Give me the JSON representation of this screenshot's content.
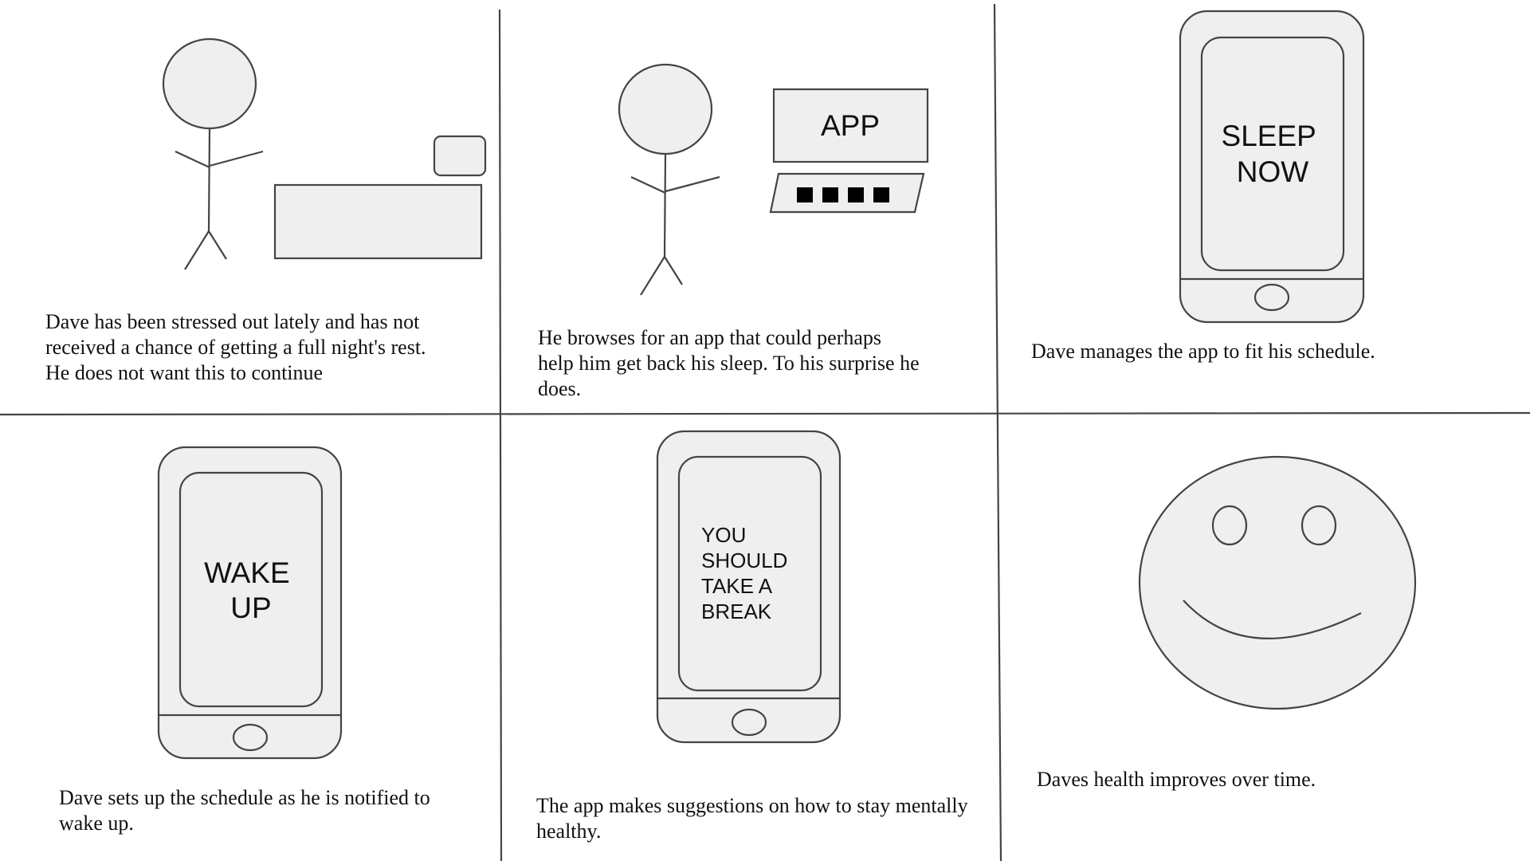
{
  "panels": [
    {
      "id": "panel-1",
      "caption": [
        "Dave has been stressed out lately and has not",
        "received a chance of getting a full night's rest.",
        "He does not want this to continue"
      ]
    },
    {
      "id": "panel-2",
      "device_label": "APP",
      "caption": [
        "He browses for an app that could perhaps",
        "help him get back his sleep. To his surprise he",
        "does."
      ]
    },
    {
      "id": "panel-3",
      "screen_text": [
        "SLEEP",
        "NOW"
      ],
      "caption": [
        "Dave manages the app to fit his schedule."
      ]
    },
    {
      "id": "panel-4",
      "screen_text": [
        "WAKE",
        "UP"
      ],
      "caption": [
        "Dave sets up the schedule as he is notified to",
        "wake up."
      ]
    },
    {
      "id": "panel-5",
      "screen_text": [
        "YOU",
        "SHOULD",
        "TAKE A",
        "BREAK"
      ],
      "caption": [
        "The app makes suggestions on how to stay mentally",
        "healthy."
      ]
    },
    {
      "id": "panel-6",
      "caption": [
        "Daves health improves over time."
      ]
    }
  ],
  "colors": {
    "shape_fill": "#efefef",
    "stroke": "#444444",
    "text": "#111111",
    "background": "#ffffff"
  },
  "icons": [
    "stick-figure",
    "bed",
    "pillow",
    "laptop",
    "smartphone",
    "smiley-face"
  ]
}
